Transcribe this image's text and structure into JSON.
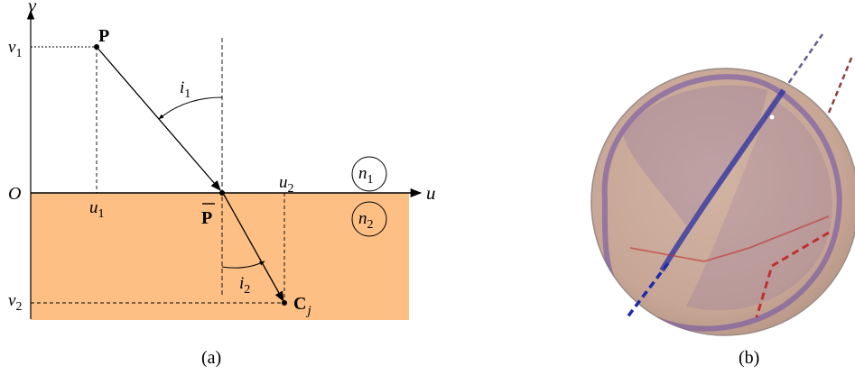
{
  "panel_a": {
    "caption": "(a)",
    "axis_v": "v",
    "axis_u": "u",
    "origin": "O",
    "point_p": "P",
    "point_pbar": "P",
    "point_c": "C",
    "point_c_sub": "j",
    "v1": "v",
    "v1_sub": "1",
    "v2": "v",
    "v2_sub": "2",
    "u1": "u",
    "u1_sub": "1",
    "u2": "u",
    "u2_sub": "2",
    "i1": "i",
    "i1_sub": "1",
    "i2": "i",
    "i2_sub": "2",
    "n1": "n",
    "n1_sub": "1",
    "n2": "n",
    "n2_sub": "2",
    "medium_color": "#fdbf84"
  },
  "panel_b": {
    "caption": "(b)",
    "sphere_color": "#c8a898",
    "ray_blue_color": "#1f2aa8",
    "ray_red_color": "#c03030"
  }
}
